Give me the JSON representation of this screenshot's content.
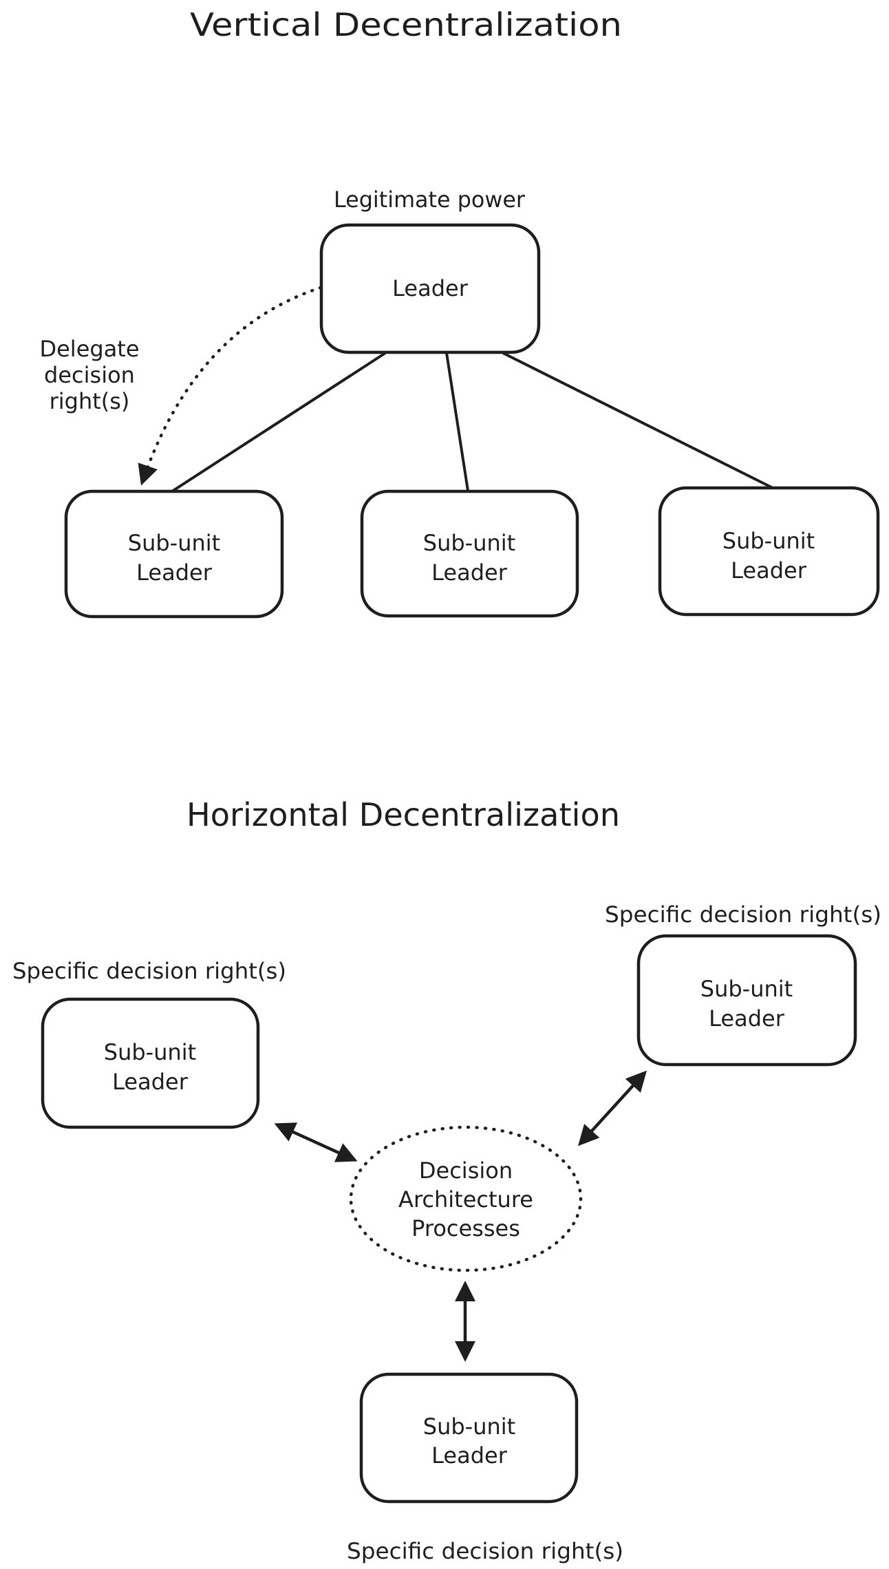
{
  "colors": {
    "ink": "#1e1e1e",
    "background": "#ffffff"
  },
  "vertical": {
    "title": "Vertical Decentralization",
    "legitimate_power_label": "Legitimate power",
    "leader_box_label": "Leader",
    "delegate_label": {
      "line1": "Delegate",
      "line2": "decision",
      "line3": "right(s)"
    },
    "subunit": {
      "line1": "Sub-unit",
      "line2": "Leader"
    }
  },
  "horizontal": {
    "title": "Horizontal Decentralization",
    "left_label": "Specific decision right(s)",
    "right_label": "Specific decision right(s)",
    "bottom_label": "Specific decision right(s)",
    "ellipse": {
      "line1": "Decision",
      "line2": "Architecture",
      "line3": "Processes"
    },
    "subunit": {
      "line1": "Sub-unit",
      "line2": "Leader"
    }
  }
}
